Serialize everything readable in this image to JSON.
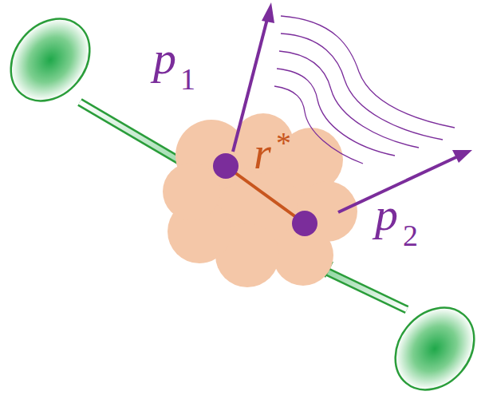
{
  "diagram": {
    "labels": [
      "p",
      "1",
      "p",
      "2",
      "r",
      "*"
    ]
  }
}
